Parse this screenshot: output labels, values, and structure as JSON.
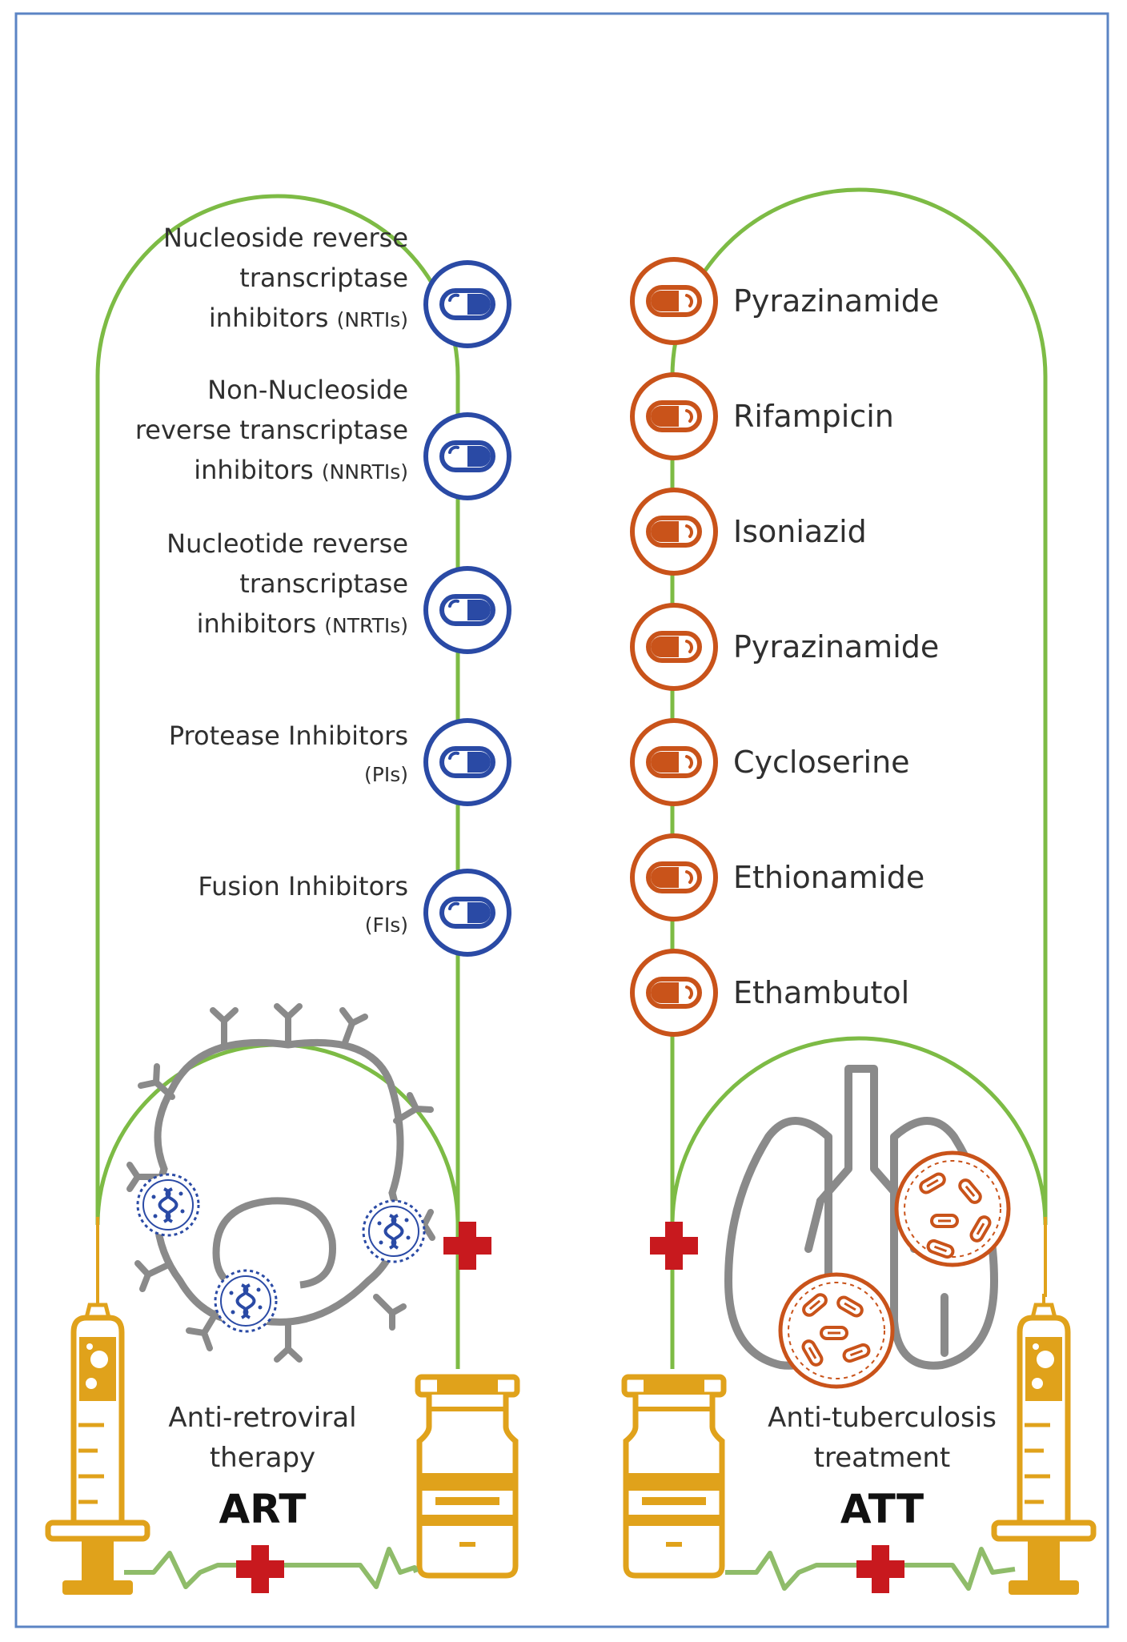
{
  "art": {
    "classes": [
      {
        "lines": [
          "Nucleoside reverse",
          "transcriptase",
          "inhibitors"
        ],
        "abbr": "(NRTIs)"
      },
      {
        "lines": [
          "Non-Nucleoside",
          "reverse transcriptase",
          "inhibitors"
        ],
        "abbr": "(NNRTIs)"
      },
      {
        "lines": [
          "Nucleotide reverse",
          "transcriptase",
          "inhibitors"
        ],
        "abbr": "(NTRTIs)"
      },
      {
        "lines": [
          "Protease Inhibitors"
        ],
        "abbr": "(PIs)"
      },
      {
        "lines": [
          "Fusion Inhibitors"
        ],
        "abbr": "(FIs)"
      }
    ],
    "caption_line1": "Anti-retroviral",
    "caption_line2": "therapy",
    "abbreviation": "ART"
  },
  "att": {
    "drugs": [
      "Pyrazinamide",
      "Rifampicin",
      "Isoniazid",
      "Pyrazinamide",
      "Cycloserine",
      "Ethionamide",
      "Ethambutol"
    ],
    "caption_line1": "Anti-tuberculosis",
    "caption_line2": "treatment",
    "abbreviation": "ATT"
  },
  "colors": {
    "frame": "#5b84c4",
    "line_green": "#7dbb45",
    "art_blue": "#2a4aa5",
    "att_orange": "#c9531a",
    "gold": "#e0a21b",
    "cross_red": "#c8191e",
    "gray": "#8a8a8a",
    "ecg_green": "#8fbc6a"
  }
}
